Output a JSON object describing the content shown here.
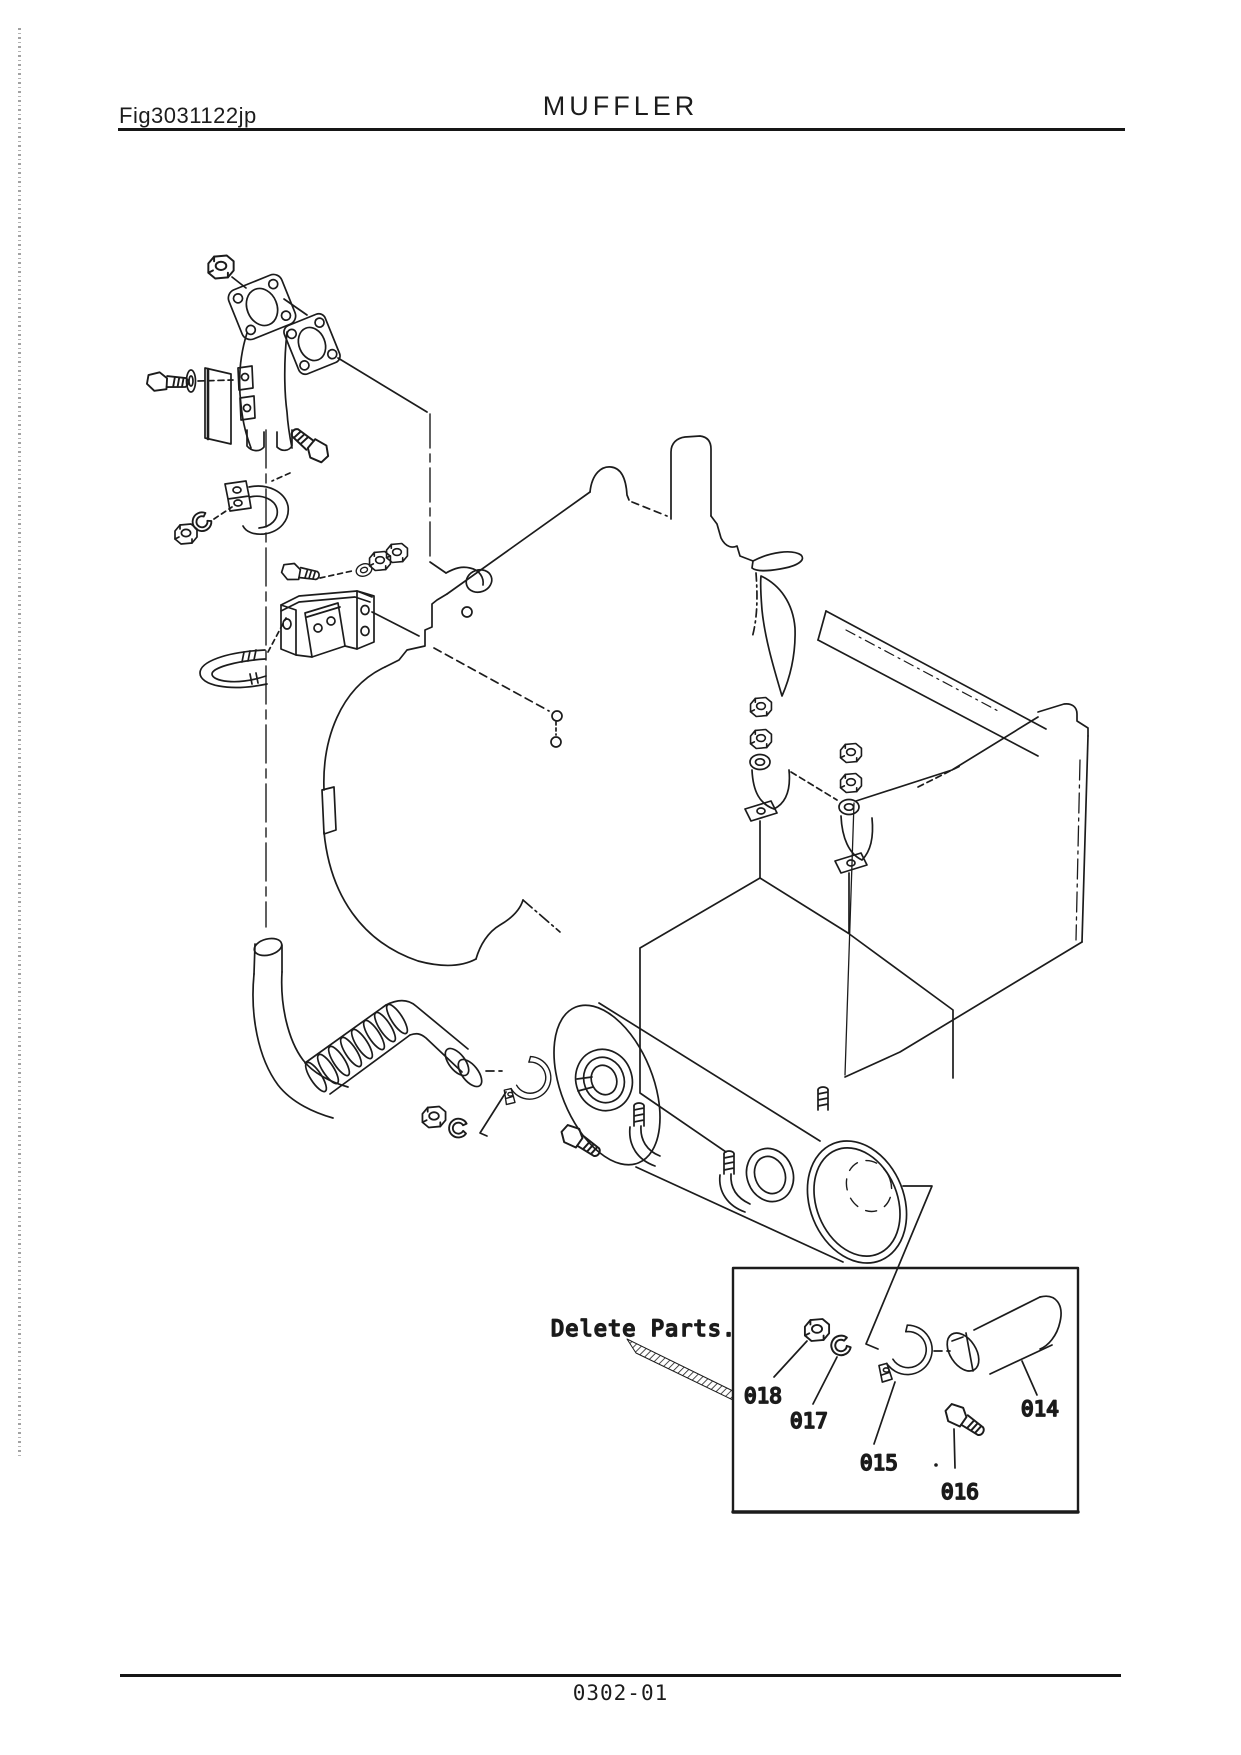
{
  "page": {
    "figure_id": "Fig3031122jp",
    "title": "MUFFLER",
    "page_number": "0302-01"
  },
  "inset": {
    "note": "Delete Parts.",
    "part_labels": {
      "p018": "018",
      "p017": "017",
      "p015": "015",
      "p016": "016",
      "p014": "014"
    }
  },
  "colors": {
    "ink": "#1c1c1c",
    "paper": "#ffffff"
  }
}
